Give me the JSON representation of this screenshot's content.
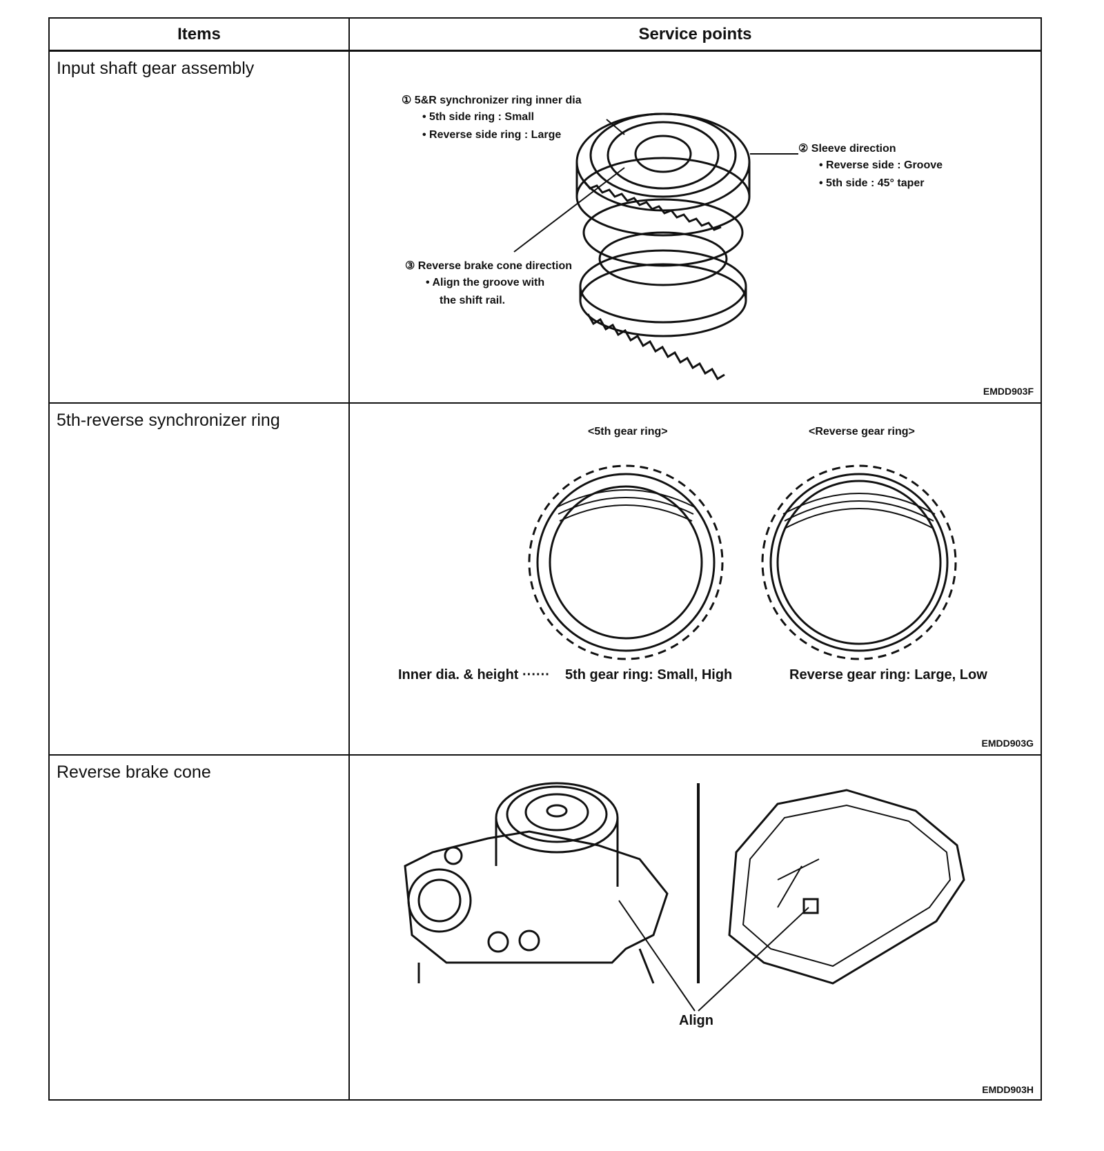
{
  "header": {
    "items": "Items",
    "service_points": "Service points"
  },
  "rows": [
    {
      "item": "Input shaft gear assembly",
      "callout1": {
        "title": "① 5&R synchronizer ring inner dia",
        "b1": "• 5th side ring : Small",
        "b2": "• Reverse side ring : Large"
      },
      "callout2": {
        "title": "② Sleeve direction",
        "b1": "• Reverse side : Groove",
        "b2": "• 5th side : 45° taper"
      },
      "callout3": {
        "title": "③ Reverse brake cone direction",
        "b1": "• Align the groove with",
        "b2": "the shift rail."
      },
      "code": "EMDD903F"
    },
    {
      "item": "5th-reverse synchronizer ring",
      "left_caption": "<5th gear ring>",
      "right_caption": "<Reverse gear ring>",
      "note_prefix": "Inner dia. & height ······",
      "note_5th": "5th gear ring: Small, High",
      "note_rev": "Reverse gear ring: Large, Low",
      "code": "EMDD903G"
    },
    {
      "item": "Reverse brake cone",
      "align_label": "Align",
      "code": "EMDD903H"
    }
  ]
}
